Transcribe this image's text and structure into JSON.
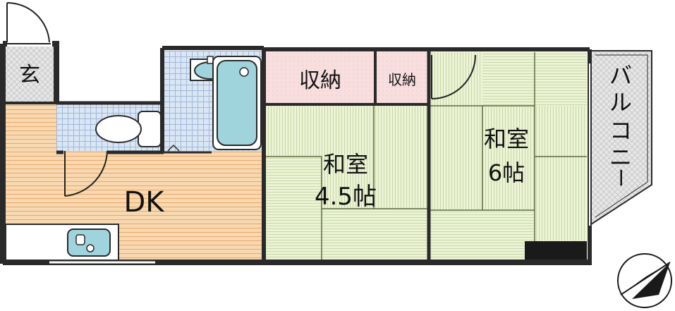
{
  "rooms": {
    "entrance": "玄",
    "dining_kitchen": "DK",
    "storage_large": "収納",
    "storage_small": "収納",
    "washitsu_45": {
      "name": "和室",
      "size": "4.5帖"
    },
    "washitsu_6": {
      "name": "和室",
      "size": "6帖"
    },
    "balcony": [
      "バ",
      "ル",
      "コ",
      "ニ",
      "ー"
    ]
  },
  "colors": {
    "wall": "#2a2a2a",
    "tatami": "#ecf3d6",
    "tatami_line": "#5d6a44",
    "flooring": "#f7d8b0",
    "flooring_line": "#e8a96b",
    "tile": "#dbe6f4",
    "tile_line": "#9fb8da",
    "storage": "#f8dede",
    "entrance_fill": "#dedede",
    "balcony_fill": "#e6e6e6",
    "fixture": "#9fd4dd",
    "compass_dark": "#1a1a1a"
  },
  "icons": [
    "toilet-icon",
    "bathtub-icon",
    "washbasin-icon",
    "sink-icon",
    "compass-icon",
    "door-swing-icon"
  ]
}
